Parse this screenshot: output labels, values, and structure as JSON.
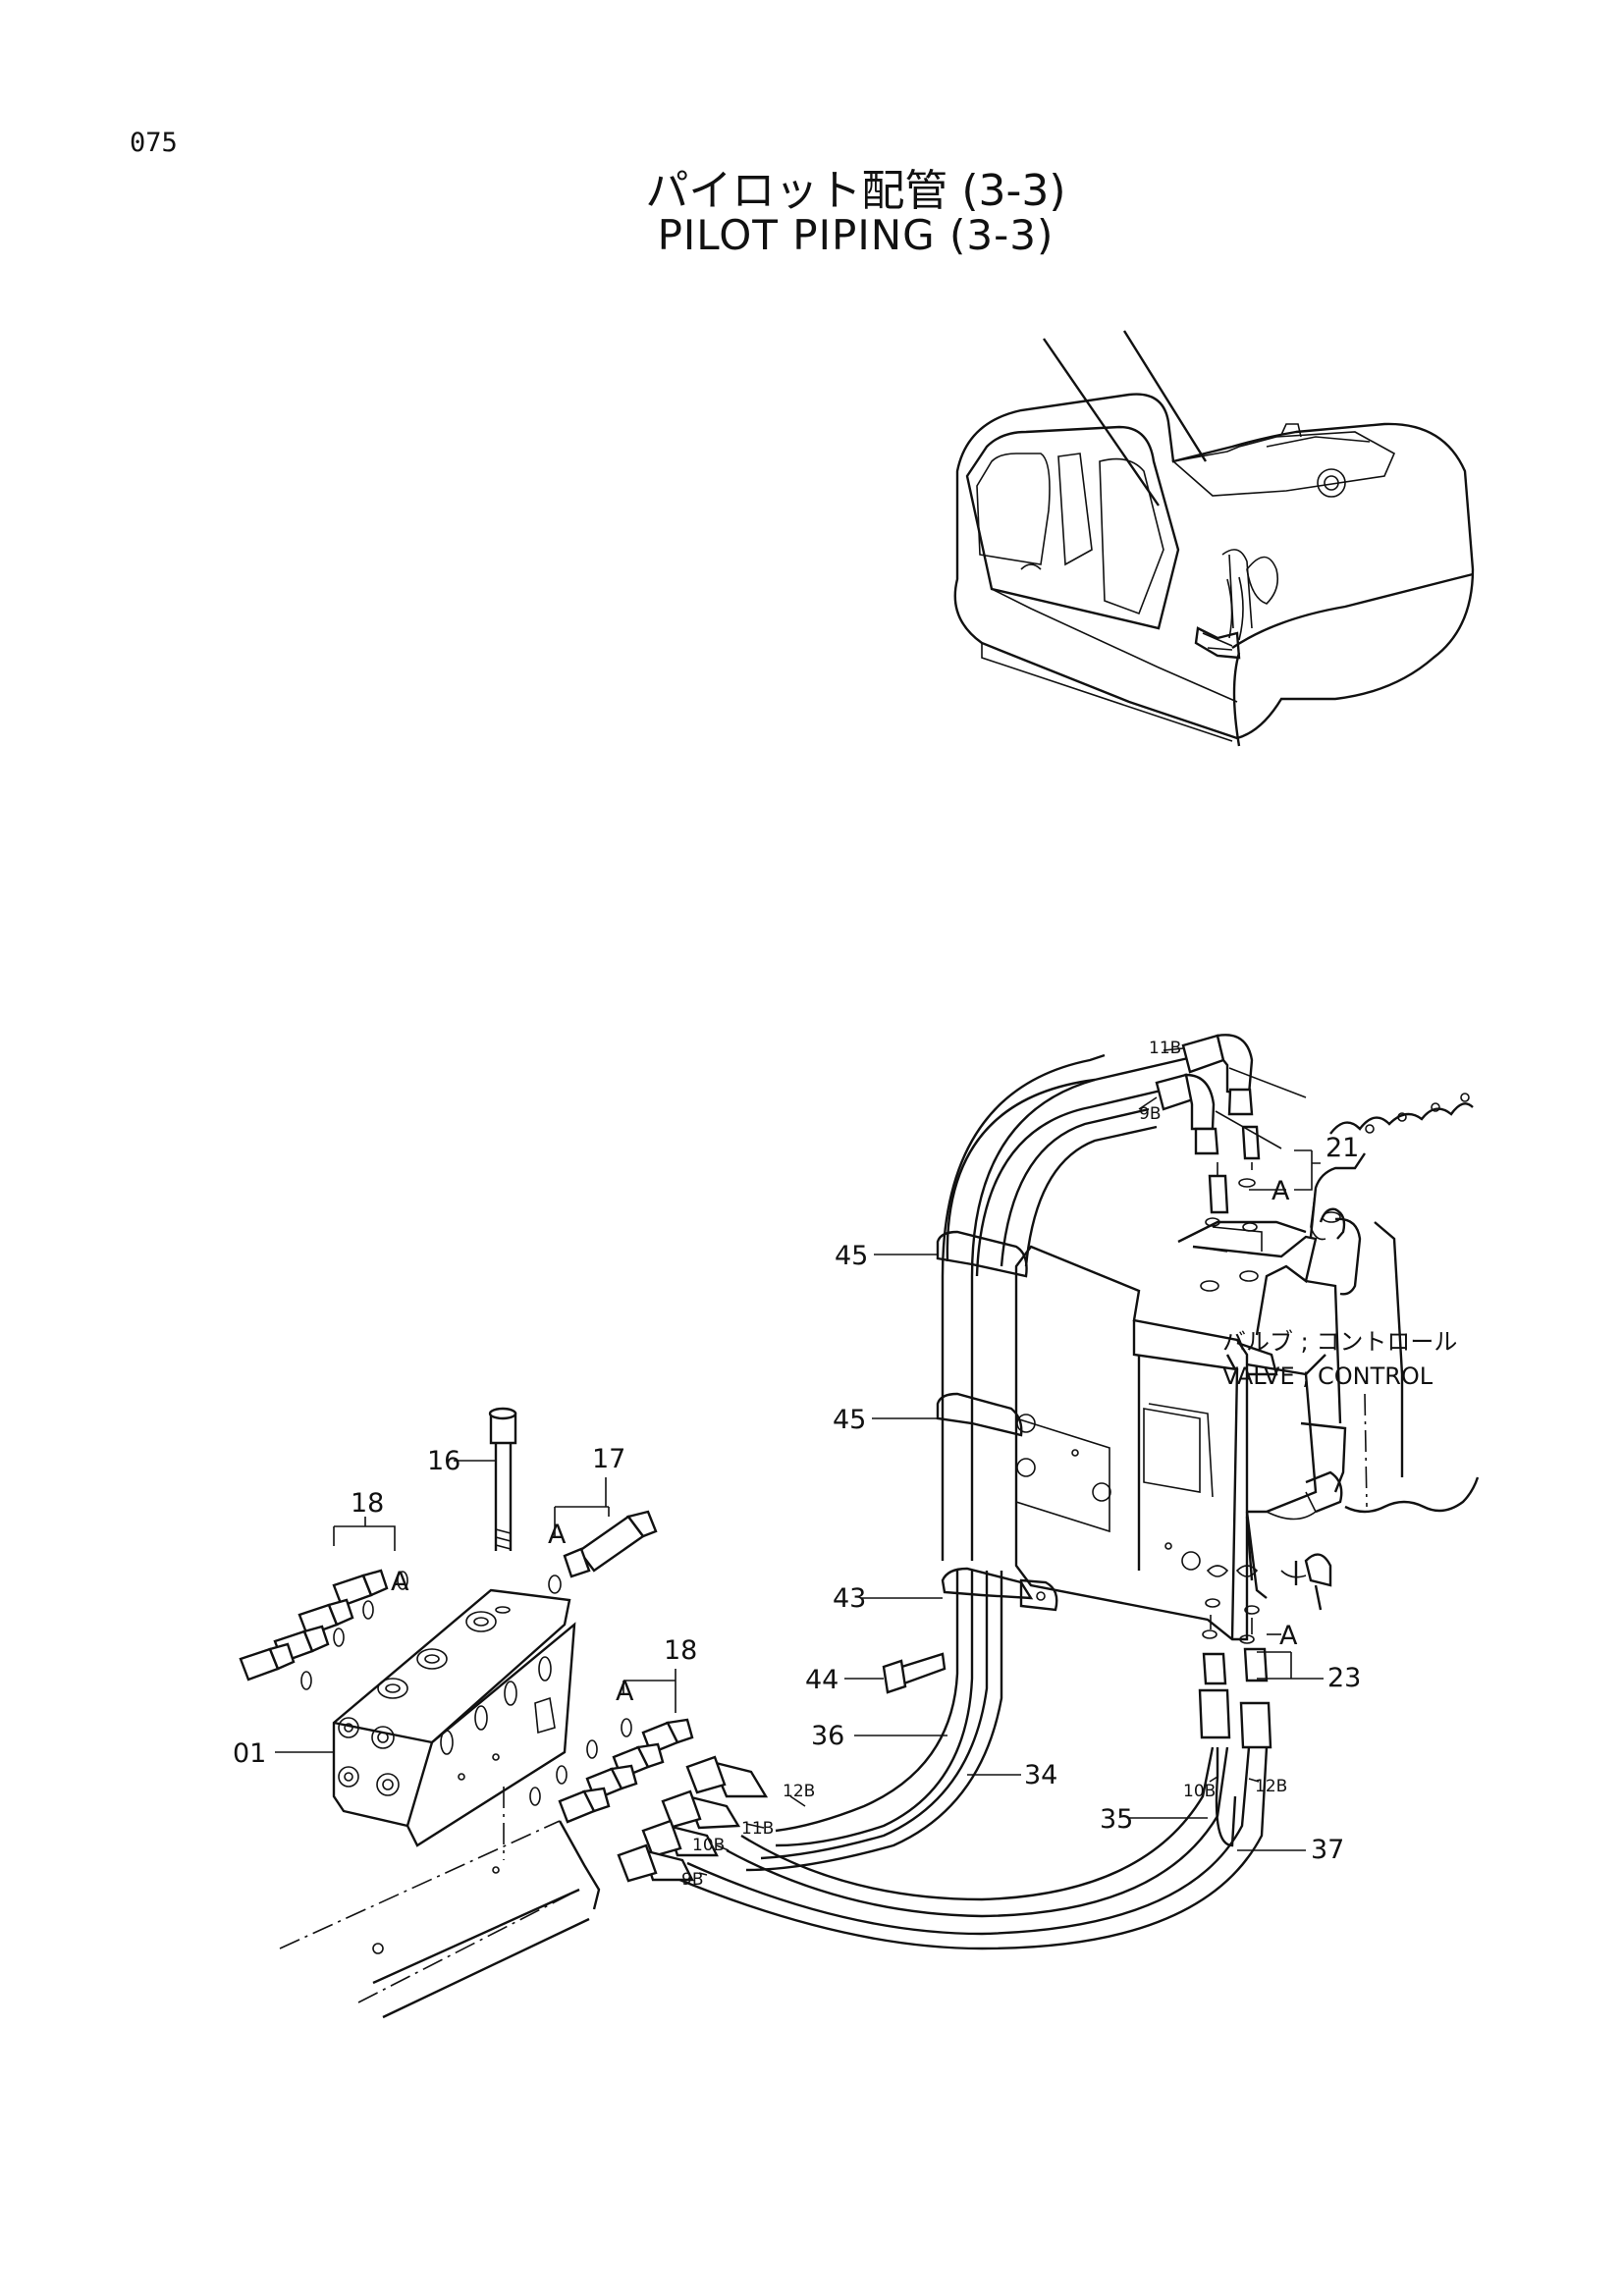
{
  "page": {
    "number": "075"
  },
  "title": {
    "japanese": "パイロット配管 (3-3)",
    "english": "PILOT PIPING (3-3)"
  },
  "component_label": {
    "japanese": "バルブ ; コントロール",
    "english": "VALVE ; CONTROL"
  },
  "callouts": {
    "c01": "01",
    "c16": "16",
    "c17": "17",
    "c18a": "18",
    "c18b": "18",
    "c21": "21",
    "c23": "23",
    "c34": "34",
    "c35": "35",
    "c36": "36",
    "c37": "37",
    "c43": "43",
    "c44": "44",
    "c45a": "45",
    "c45b": "45"
  },
  "view_markers": {
    "a1": "A",
    "a2": "A",
    "a3": "A",
    "a4": "A",
    "a5": "A"
  },
  "port_labels": {
    "p9b_top": "9B",
    "p11b_top": "11B",
    "p9b_bot": "9B",
    "p10b_bot": "10B",
    "p11b_bot": "11B",
    "p12b_bot": "12B",
    "p10b_right": "10B",
    "p12b_right": "12B"
  }
}
